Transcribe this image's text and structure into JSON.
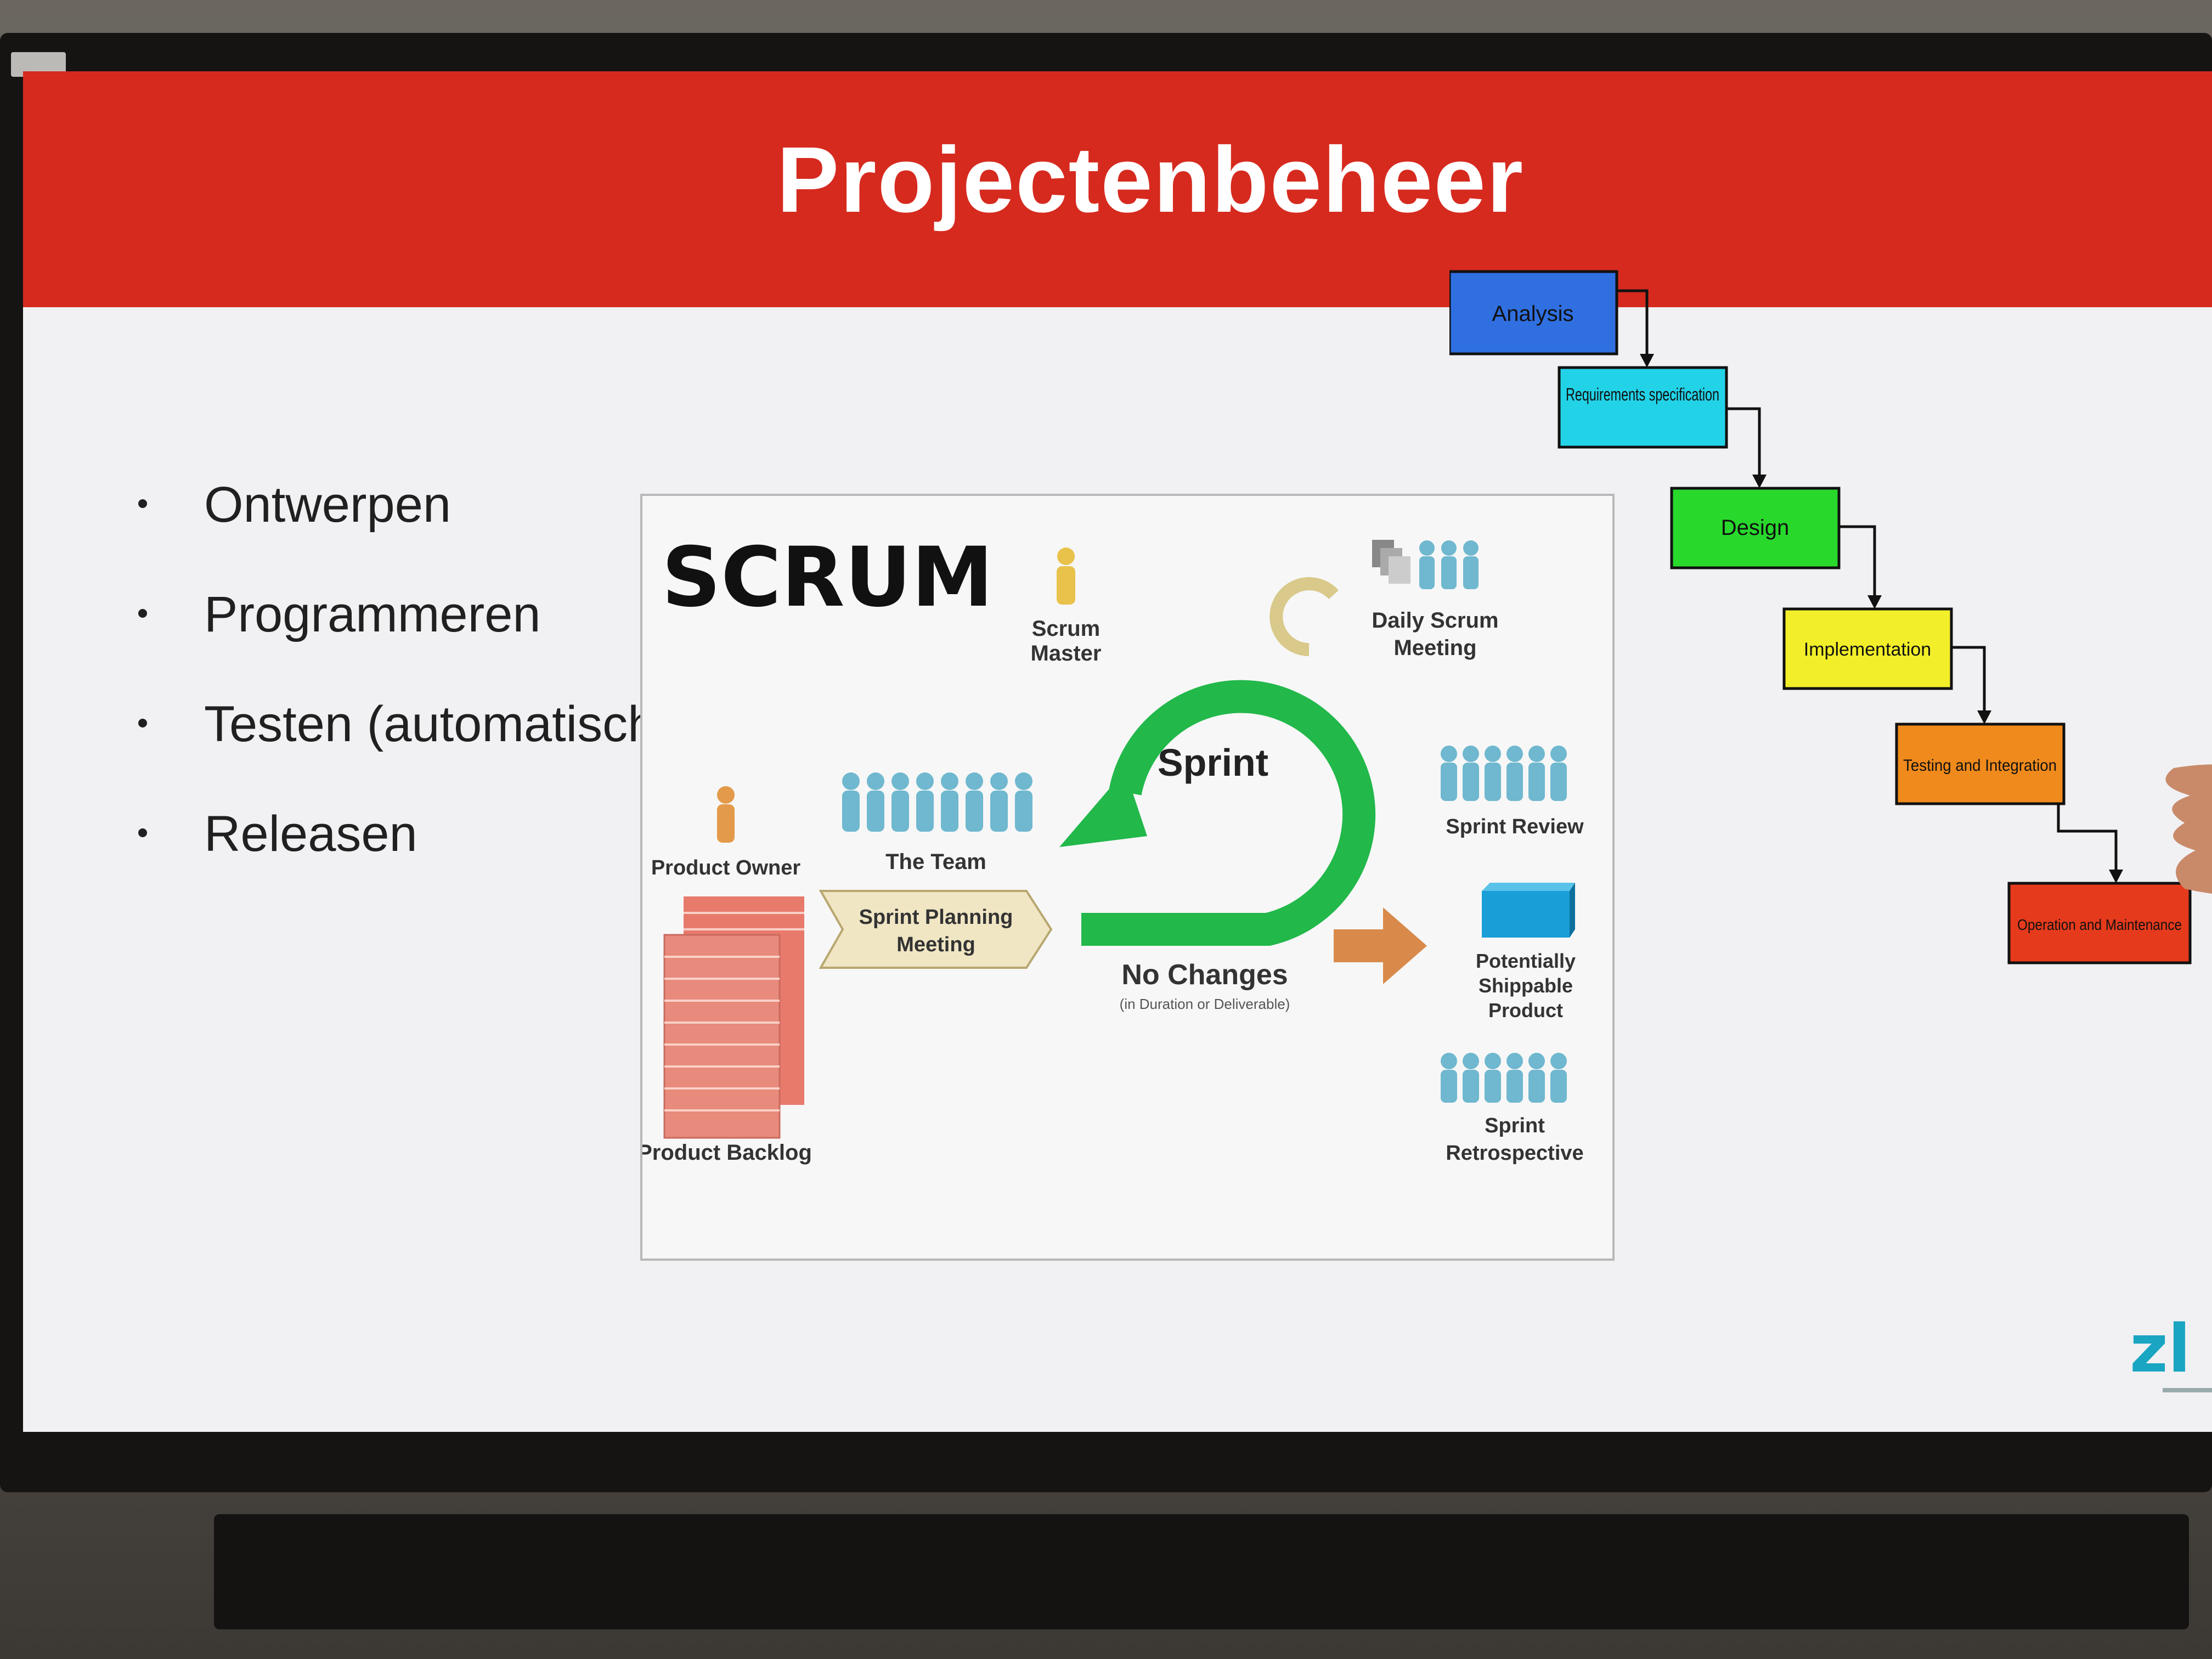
{
  "slide": {
    "title": "Projectenbeheer",
    "bullets": [
      "Ontwerpen",
      "Programmeren",
      "Testen (automatisch)",
      "Releasen"
    ]
  },
  "scrum": {
    "heading": "SCRUM",
    "scrum_master": [
      "Scrum",
      "Master"
    ],
    "daily_scrum": [
      "Daily Scrum",
      "Meeting"
    ],
    "sprint": "Sprint",
    "product_owner": "Product Owner",
    "the_team": "The Team",
    "sprint_planning": [
      "Sprint Planning",
      "Meeting"
    ],
    "no_changes": "No Changes",
    "no_changes_note": "(in Duration or Deliverable)",
    "potentially_shippable": [
      "Potentially",
      "Shippable",
      "Product"
    ],
    "sprint_review": "Sprint Review",
    "sprint_retrospective": [
      "Sprint",
      "Retrospective"
    ],
    "product_backlog": "Product Backlog"
  },
  "waterfall": {
    "steps": [
      {
        "label": "Analysis",
        "color": "#2f6fe0"
      },
      {
        "label": "Requirements specification",
        "color": "#22d3e8"
      },
      {
        "label": "Design",
        "color": "#28d92c"
      },
      {
        "label": "Implementation",
        "color": "#f2ef2a"
      },
      {
        "label": "Testing and Integration",
        "color": "#f08a1c"
      },
      {
        "label": "Operation and Maintenance",
        "color": "#e63a1c"
      }
    ]
  },
  "logo": {
    "text": "zl"
  },
  "colors": {
    "title_bar": "#d62a1f",
    "sprint_arrow": "#22b84a",
    "backlog": "#e87a6c"
  }
}
